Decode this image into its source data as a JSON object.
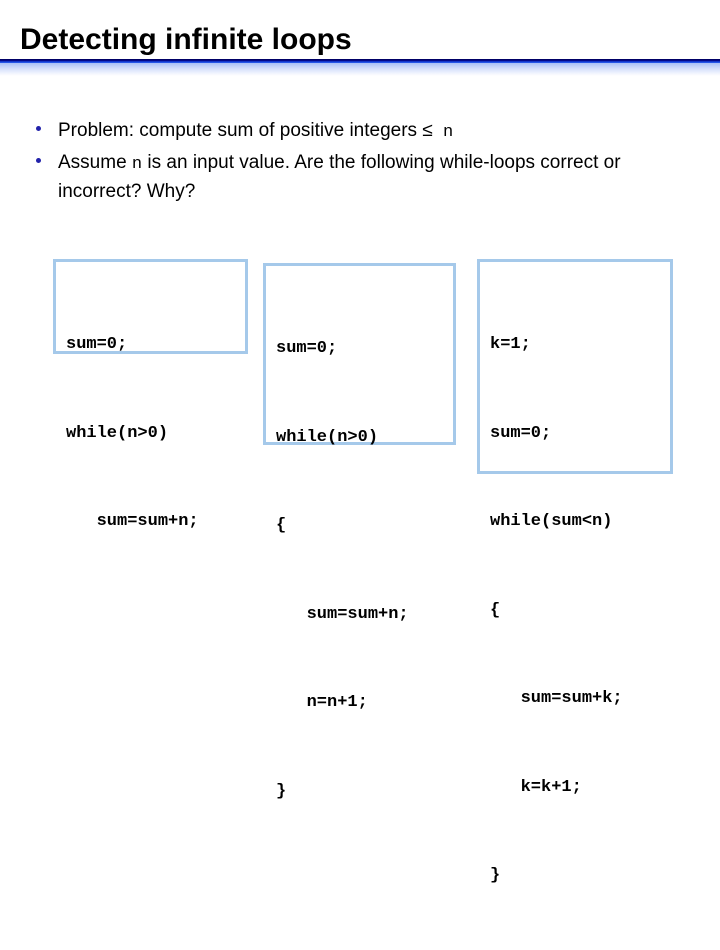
{
  "slide": {
    "title": "Detecting infinite loops",
    "background_color": "#ffffff",
    "divider_color": "#000080",
    "accent_color": "#2222aa",
    "code_border_color": "#a5c9ea"
  },
  "bullets": [
    {
      "marker": "bullet-dot",
      "segments": [
        {
          "text": "Problem: compute sum of positive integers ",
          "style": "normal"
        },
        {
          "text": "≤",
          "style": "normal"
        },
        {
          "text": " n",
          "style": "mono"
        }
      ],
      "plain": "Problem: compute sum of positive integers ≤ n"
    },
    {
      "marker": "bullet-dot",
      "segments": [
        {
          "text": "Assume ",
          "style": "normal"
        },
        {
          "text": "n",
          "style": "mono"
        },
        {
          "text": " is an input value. Are the following while-loops correct or incorrect?  Why?",
          "style": "normal"
        }
      ],
      "plain": "Assume n is an input value. Are the following while-loops correct or incorrect?  Why?"
    }
  ],
  "code_boxes": [
    {
      "id": "code-box-1",
      "lines": [
        "sum=0;",
        "while(n>0)",
        "   sum=sum+n;"
      ]
    },
    {
      "id": "code-box-2",
      "lines": [
        "sum=0;",
        "while(n>0)",
        "{",
        "   sum=sum+n;",
        "   n=n+1;",
        "}"
      ]
    },
    {
      "id": "code-box-3",
      "lines": [
        "k=1;",
        "sum=0;",
        "while(sum<n)",
        "{",
        "   sum=sum+k;",
        "   k=k+1;",
        "}"
      ]
    }
  ]
}
